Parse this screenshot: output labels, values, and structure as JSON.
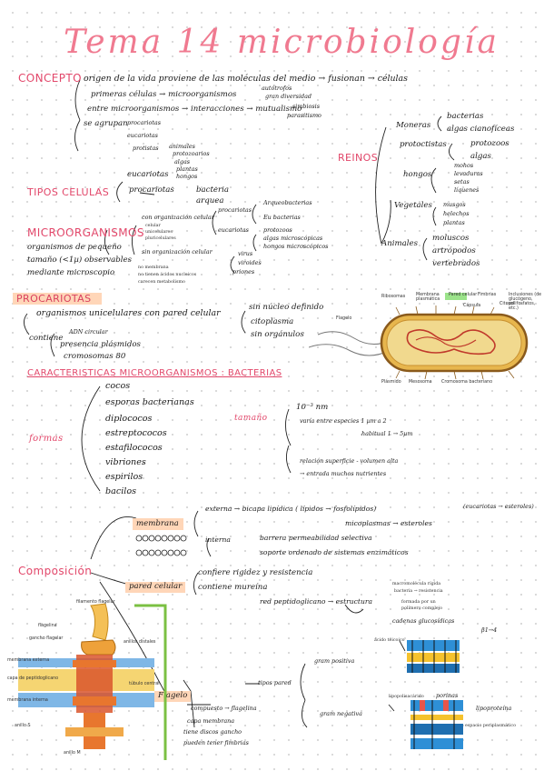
{
  "title": "Tema 14 microbiología",
  "concepto": {
    "heading": "CONCEPTO",
    "l1": "origen de la vida proviene de las moléculas del medio → fusionan → células",
    "l2": "primeras células → microorganismos",
    "l2b": "autótrofos",
    "l2c": "gran diversidad",
    "l3": "entre microorganismos → interacciones → mutualismo",
    "l3b": "simbiosis",
    "l3c": "parasitismo",
    "l4": "se agrupan",
    "l4a": "procariotas",
    "l4b": "eucariotas",
    "l5": "protistas"
  },
  "tipos": {
    "heading": "TIPOS CELULAS",
    "euc": "eucariotas",
    "euc_items": [
      "animales",
      "protozoarios",
      "algas",
      "plantas",
      "hongos"
    ],
    "pro": "procariotas",
    "pro_items": [
      "bacteria",
      "arquea"
    ]
  },
  "micro": {
    "heading": "MICROORGANISMOS",
    "d1": "organismos de pequeño",
    "d2": "tamaño (<1µ) observables",
    "d3": "mediante microscopio",
    "con": "con organización celular",
    "con_sub": [
      "celular",
      "unicelulares",
      "pluricelulares"
    ],
    "proc": "procariotas",
    "proc_items": [
      "Arqueobacterias",
      "Eu bacterias"
    ],
    "euc": "eucariotas",
    "euc_items": [
      "protozoos",
      "algas microscópicas",
      "hongos microscópicos"
    ],
    "sin": "sin organización celular",
    "sin_sub": [
      "no membrana",
      "no tienen ácidos nucleicos",
      "carecen metabolismo"
    ],
    "sin_items": [
      "virus",
      "viroides",
      "priones"
    ]
  },
  "reinos": {
    "heading": "REINOS",
    "moneras": "Moneras",
    "moneras_items": [
      "bacterias",
      "algas cianofíceas"
    ],
    "protoctistas": "protoctistas",
    "protoctistas_items": [
      "protozoos",
      "algas"
    ],
    "hongos": "hongos",
    "hongos_items": [
      "mohos",
      "levaduras",
      "setas",
      "líquenes"
    ],
    "vegetales": "Vegetales",
    "vegetales_items": [
      "musgos",
      "helechos",
      "plantas"
    ],
    "animales": "Animales",
    "animales_items": [
      "moluscos",
      "artrópodos",
      "vertebrados"
    ]
  },
  "procariotas": {
    "heading": "PROCARIOTAS",
    "l1": "organismos unicelulares con pared celular",
    "b1": "sin núcleo definido",
    "b2": "citoplasma",
    "b3": "sin orgánulos",
    "l2": "contiene",
    "c1": "ADN circular",
    "c2": "presencia plásmidos",
    "c3": "cromosomas 80",
    "bacteria_labels": [
      "Ribosomas",
      "Membrana plasmática",
      "Pared celular",
      "Fimbrias",
      "Inclusiones (de glucógeno, polifosfatos, etc.)",
      "Cápsula",
      "Flagelo",
      "Plásmido",
      "Mesosoma",
      "Cromosoma bacteriano",
      "Citosol"
    ]
  },
  "caracteristicas": {
    "heading": "CARACTERISTICAS MICROORGANISMOS : BACTERIAS",
    "formas_label": "formas",
    "formas": [
      "cocos",
      "esporas bacterianas",
      "diplococos",
      "estreptococos",
      "estafilococos",
      "vibriones",
      "espirilos",
      "bacilos"
    ],
    "tamano_label": "tamaño",
    "t1": "10⁻³ nm",
    "t2": "varía entre especies 1 µm a 2",
    "t3": "habitual 1 → 5µm",
    "r1": "relación superficie - volumen alta",
    "r2": "→ entrada muchos nutrientes"
  },
  "composicion": {
    "heading": "Composición",
    "membrana": "membrana",
    "m1": "externa → bicapa lipídica ( lípidos → fosfolípidos)",
    "m1b": "(eucariotas → esteroles)",
    "m1c": "micoplasmas → esteroles",
    "m2": "interna",
    "m2a": "barrera permeabilidad selectiva",
    "m2b": "soporte ordenado de sistemas enzimáticos",
    "pared": "pared celular",
    "p1": "confiere rigidez y resistencia",
    "p2": "contiene mureína",
    "p3": "red peptidoglicano → estructura",
    "e1": "macromolécula rígida",
    "e2": "bacteria → resistencia",
    "e3": "formada por un",
    "e4": "polímero complejo",
    "e5": "cadenas glucosídicas",
    "e6": "β1→4",
    "tipos": "tipos pared",
    "gpos": "gram positiva",
    "gpos_lbl": "ácido teicoico",
    "gneg": "gram negativa",
    "gneg_lbl": "lipopolisacárido",
    "porinas": "porinas",
    "lipo": "lipoproteína",
    "periplasma": "espacio periplasmático",
    "flagelo": "Flagelo",
    "f1": "compuesto → flagelina",
    "f2": "capa membrana",
    "f3": "tiene discos gancho",
    "f4": "pueden tener fimbrias",
    "flag_labels": [
      "filamento flagelar",
      "flagelina",
      "gancho flagelar",
      "anillos distales",
      "membrana externa",
      "capa de peptidoglicano",
      "membrana interna",
      "anillo S",
      "anillo M",
      "túbulo central"
    ]
  }
}
